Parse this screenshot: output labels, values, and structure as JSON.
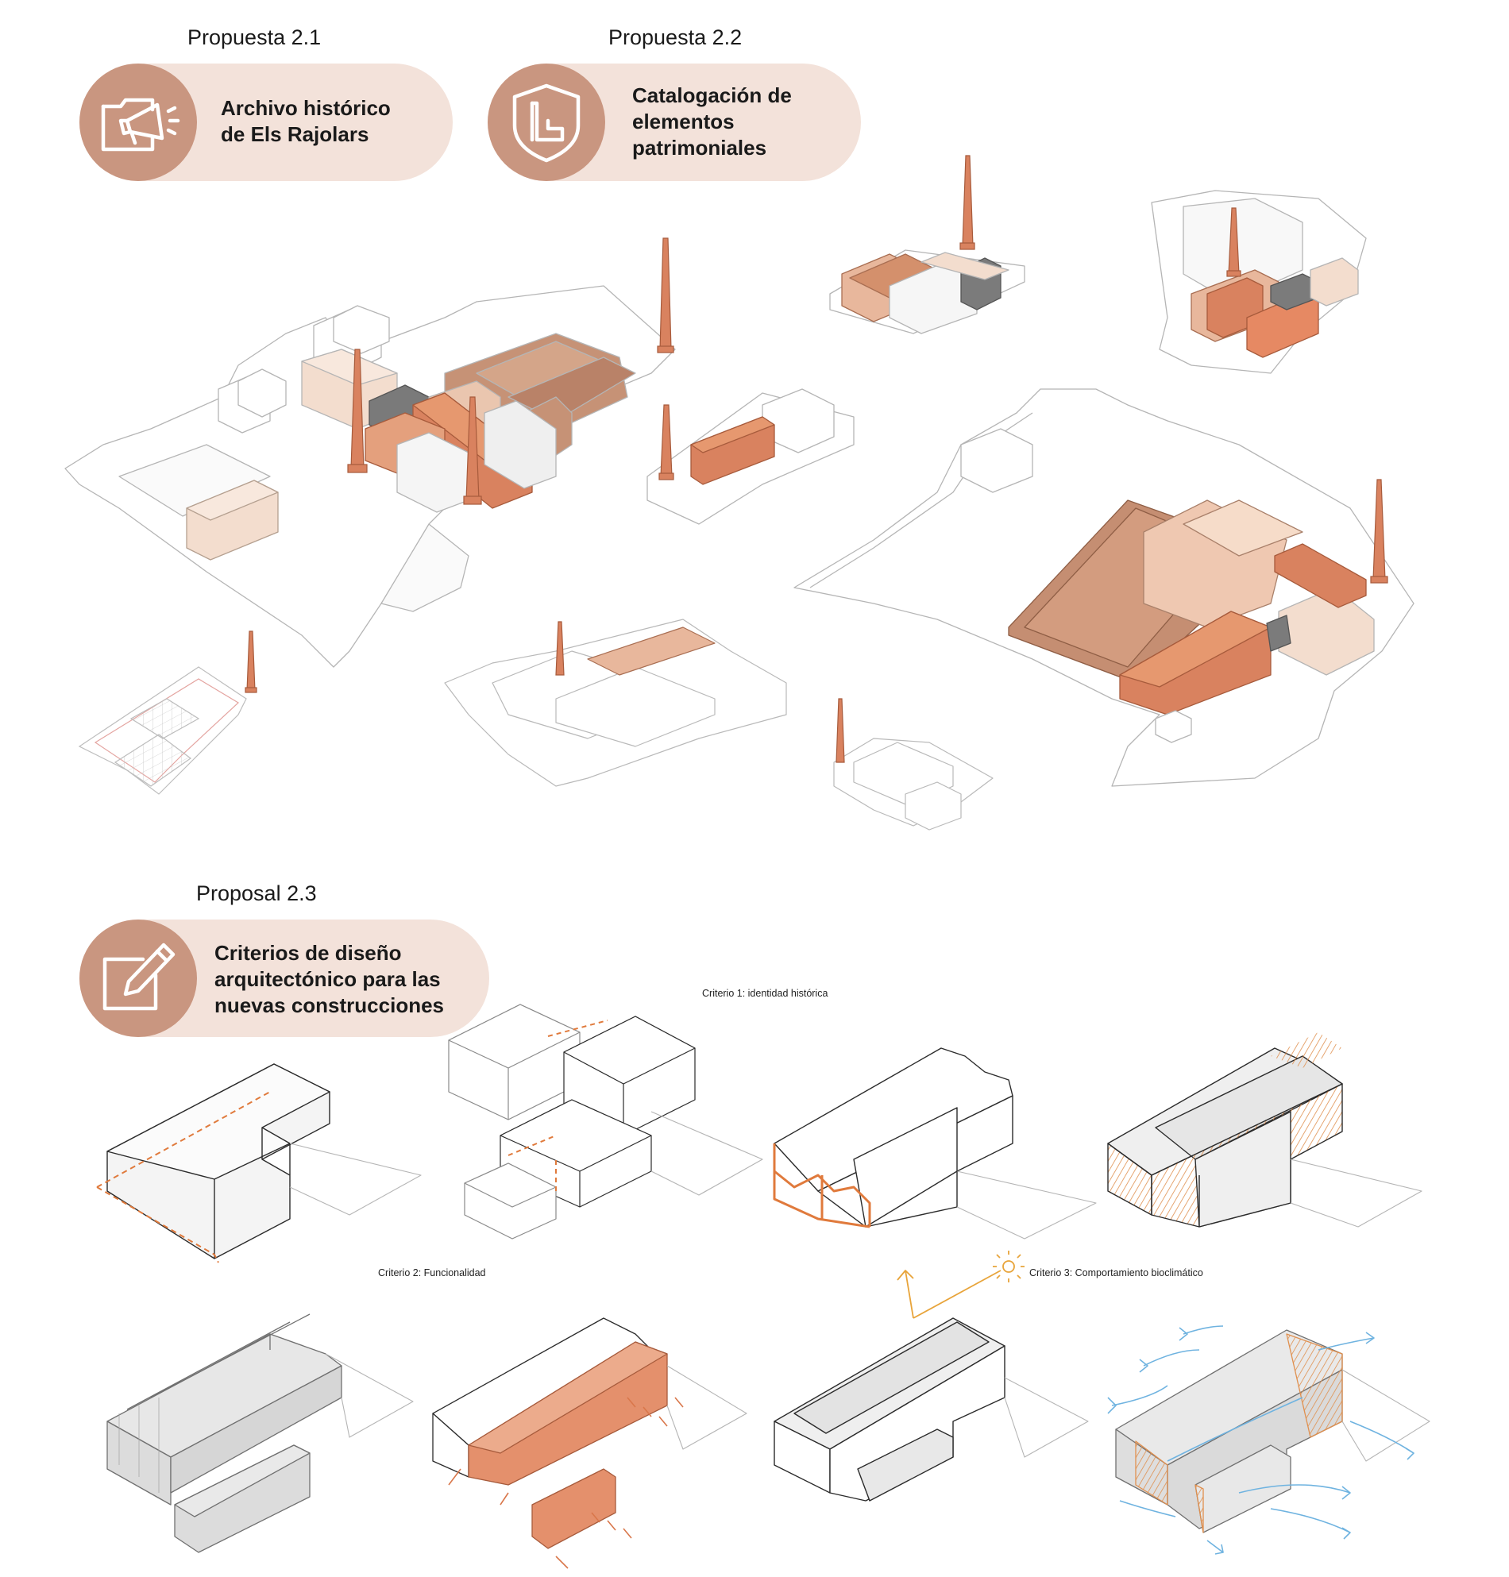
{
  "proposals": [
    {
      "heading": "Propuesta 2.1",
      "lines": [
        "Archivo histórico",
        "de Els Rajolars"
      ],
      "icon": "megaphone-folder-icon"
    },
    {
      "heading": "Propuesta 2.2",
      "lines": [
        "Catalogación de",
        "elementos",
        "patrimoniales"
      ],
      "icon": "heritage-shield-icon"
    },
    {
      "heading": "Proposal 2.3",
      "lines": [
        "Criterios de diseño",
        "arquitectónico para las",
        "nuevas construcciones"
      ],
      "icon": "edit-pencil-icon"
    }
  ],
  "criteria": [
    {
      "label": "Criterio 1: identidad histórica"
    },
    {
      "label": "Criterio 2: Funcionalidad"
    },
    {
      "label": "Criterio 3: Comportamiento bioclimático"
    }
  ],
  "colors": {
    "pill_bg": "#f3e2da",
    "icon_circle": "#c99680",
    "terracotta": "#d9825f",
    "brown": "#c38e72",
    "light_peach": "#f2d8c8",
    "dark_grey": "#6e6e6e",
    "hatch_orange": "#e0904f",
    "airflow_blue": "#6fb3e0",
    "line": "#b9b9b9"
  }
}
